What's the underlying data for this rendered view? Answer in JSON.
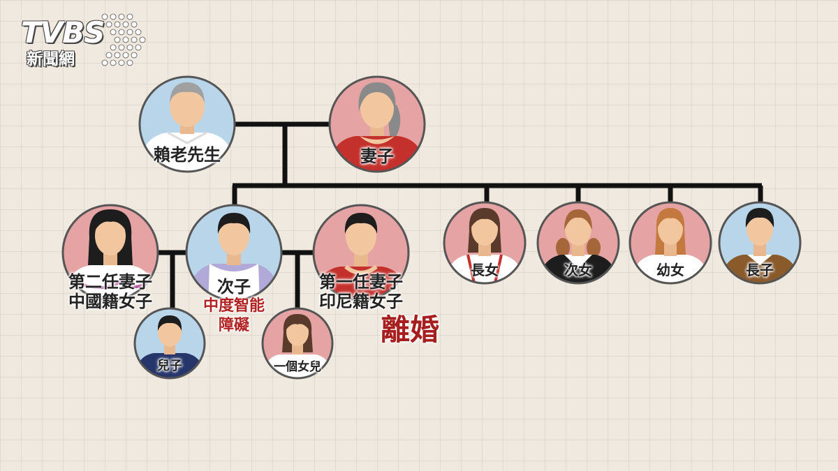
{
  "logo": {
    "brand": "TVBS",
    "subtitle": "新聞網"
  },
  "people": {
    "grandfather": "賴老先生",
    "grandmother": "妻子",
    "second_wife_line1": "第二任妻子",
    "second_wife_line2": "中國籍女子",
    "second_son": "次子",
    "second_son_note_line1": "中度智能",
    "second_son_note_line2": "障礙",
    "first_wife_line1": "第一任妻子",
    "first_wife_line2": "印尼籍女子",
    "divorce": "離婚",
    "grandson": "兒子",
    "granddaughter": "一個女兒",
    "eldest_daughter": "長女",
    "second_daughter": "次女",
    "youngest_daughter": "幼女",
    "eldest_son": "長子"
  },
  "colors": {
    "male_bg": "#b9d5ea",
    "female_bg": "#e6a3a4",
    "line": "#111111",
    "accent_red": "#b22222"
  }
}
